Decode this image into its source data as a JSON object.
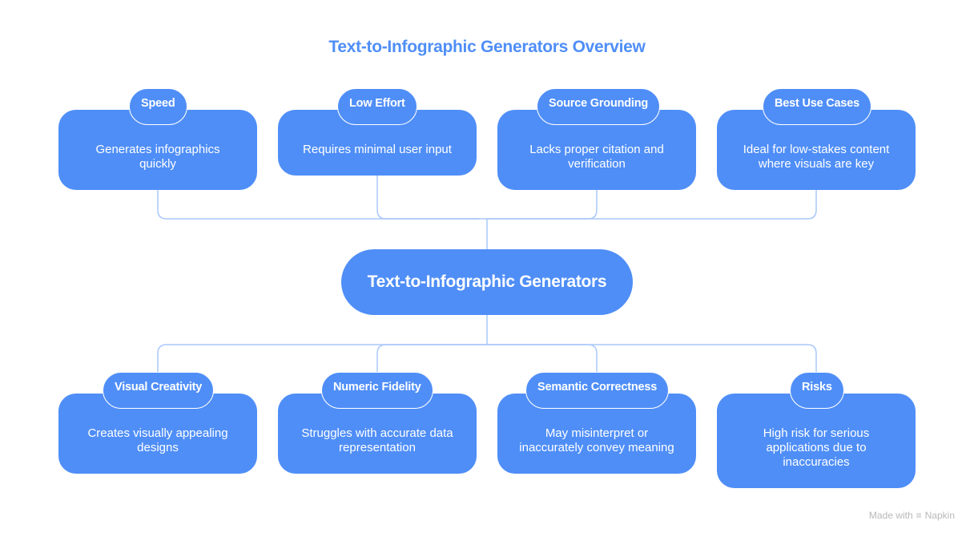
{
  "title": "Text-to-Infographic Generators Overview",
  "center": {
    "label": "Text-to-Infographic Generators"
  },
  "top_nodes": [
    {
      "label": "Speed",
      "description": "Generates infographics quickly"
    },
    {
      "label": "Low Effort",
      "description": "Requires minimal user input"
    },
    {
      "label": "Source Grounding",
      "description": "Lacks proper citation and verification"
    },
    {
      "label": "Best Use Cases",
      "description": "Ideal for low-stakes content where visuals are key"
    }
  ],
  "bottom_nodes": [
    {
      "label": "Visual Creativity",
      "description": "Creates visually appealing designs"
    },
    {
      "label": "Numeric Fidelity",
      "description": "Struggles with accurate data representation"
    },
    {
      "label": "Semantic Correctness",
      "description": "May misinterpret or inaccurately convey meaning"
    },
    {
      "label": "Risks",
      "description": "High risk for serious applications due to inaccuracies"
    }
  ],
  "footer": {
    "made_with": "Made with",
    "brand": "Napkin",
    "logo_icon": "napkin-logo-icon"
  },
  "colors": {
    "accent": "#4f8ef7",
    "connector": "#a9c8fa",
    "footer_text": "#b8b8b8"
  }
}
